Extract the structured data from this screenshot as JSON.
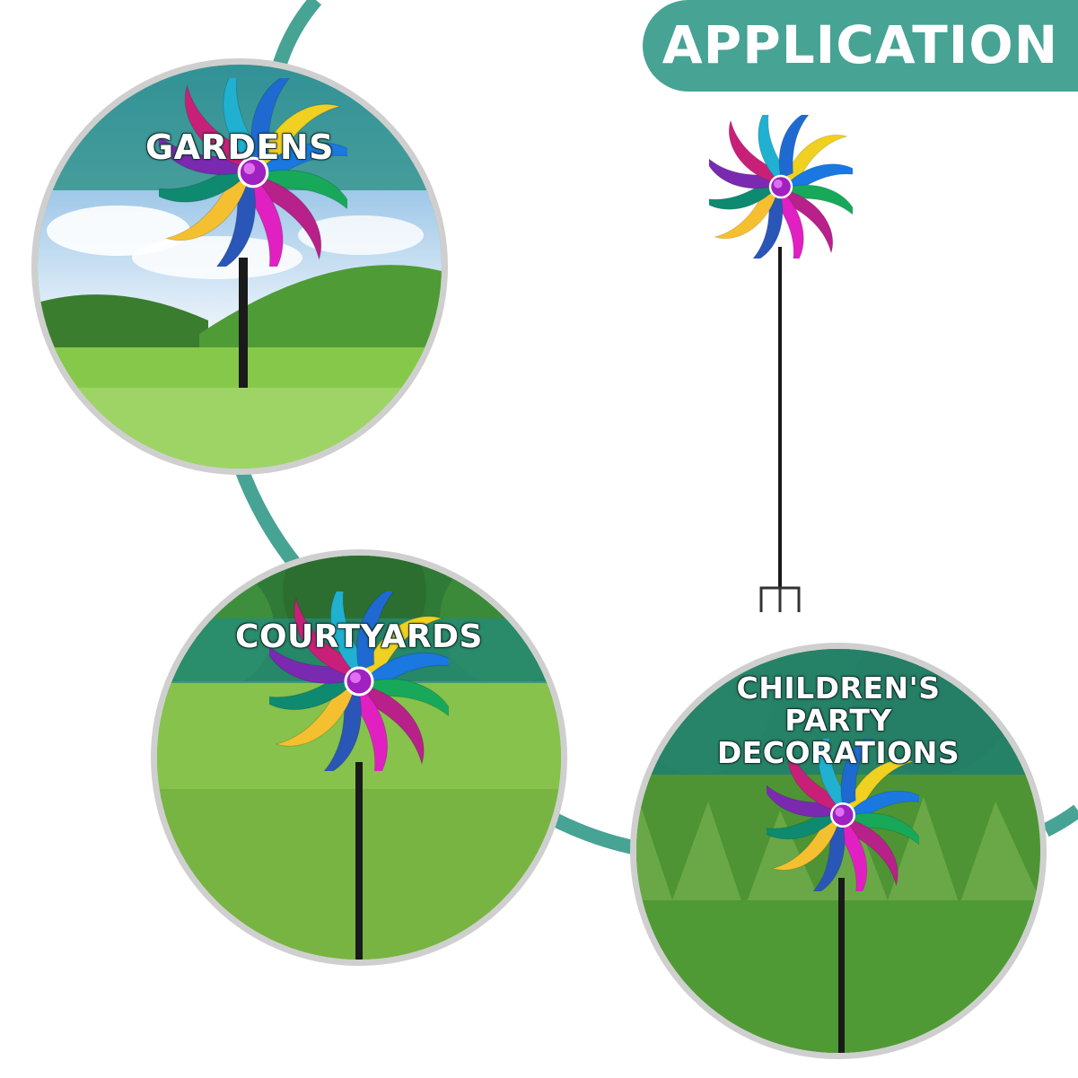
{
  "header": {
    "title": "APPLICATION"
  },
  "theme": {
    "accent": "#47a394",
    "ring": "#cfcfcf"
  },
  "scenes": [
    {
      "label": "GARDENS",
      "setting": "hills-and-sky"
    },
    {
      "label": "COURTYARDS",
      "setting": "lawn-and-trees"
    },
    {
      "label": "CHILDREN'S PARTY DECORATIONS",
      "line1": "CHILDREN'S",
      "line2": "PARTY",
      "line3": "DECORATIONS",
      "setting": "grass-and-bushes"
    }
  ],
  "product": {
    "icon": "pinwheel-icon"
  },
  "pinwheel_colors": [
    "#f0d020",
    "#1a78e0",
    "#18a85a",
    "#b8208a",
    "#e020c0",
    "#2a56b8",
    "#f5c030",
    "#0e8a70",
    "#7a2ab0",
    "#c82078",
    "#20b0d0",
    "#1e6ad0"
  ]
}
